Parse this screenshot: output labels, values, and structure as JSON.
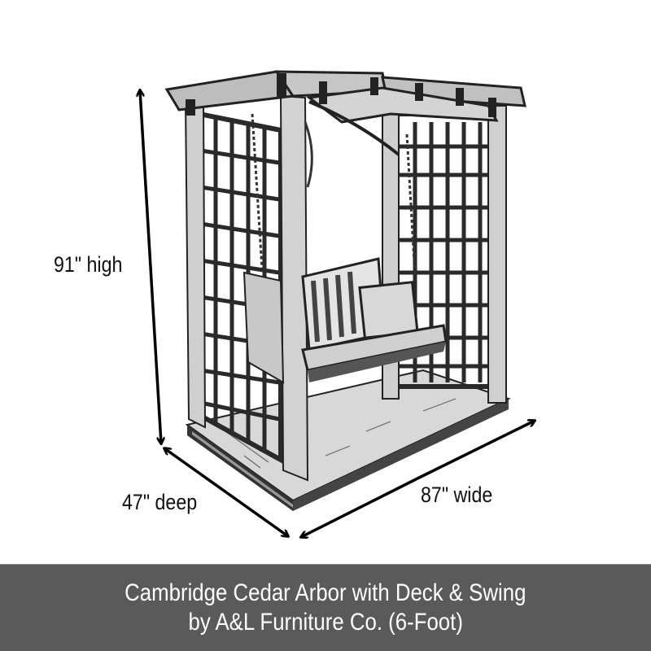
{
  "product_image": {
    "subject": "Cambridge cedar arbor with lattice side walls, pergola roof, porch swing with pillow, and raised deck floor",
    "style": "grayscale"
  },
  "dimensions": {
    "height_label": "91\" high",
    "depth_label": "47\" deep",
    "width_label": "87\" wide"
  },
  "caption": {
    "line1": "Cambridge Cedar Arbor with Deck & Swing",
    "line2": "by A&L Furniture Co. (6-Foot)",
    "background_color": "#5a5a5a",
    "text_color": "#ffffff"
  }
}
